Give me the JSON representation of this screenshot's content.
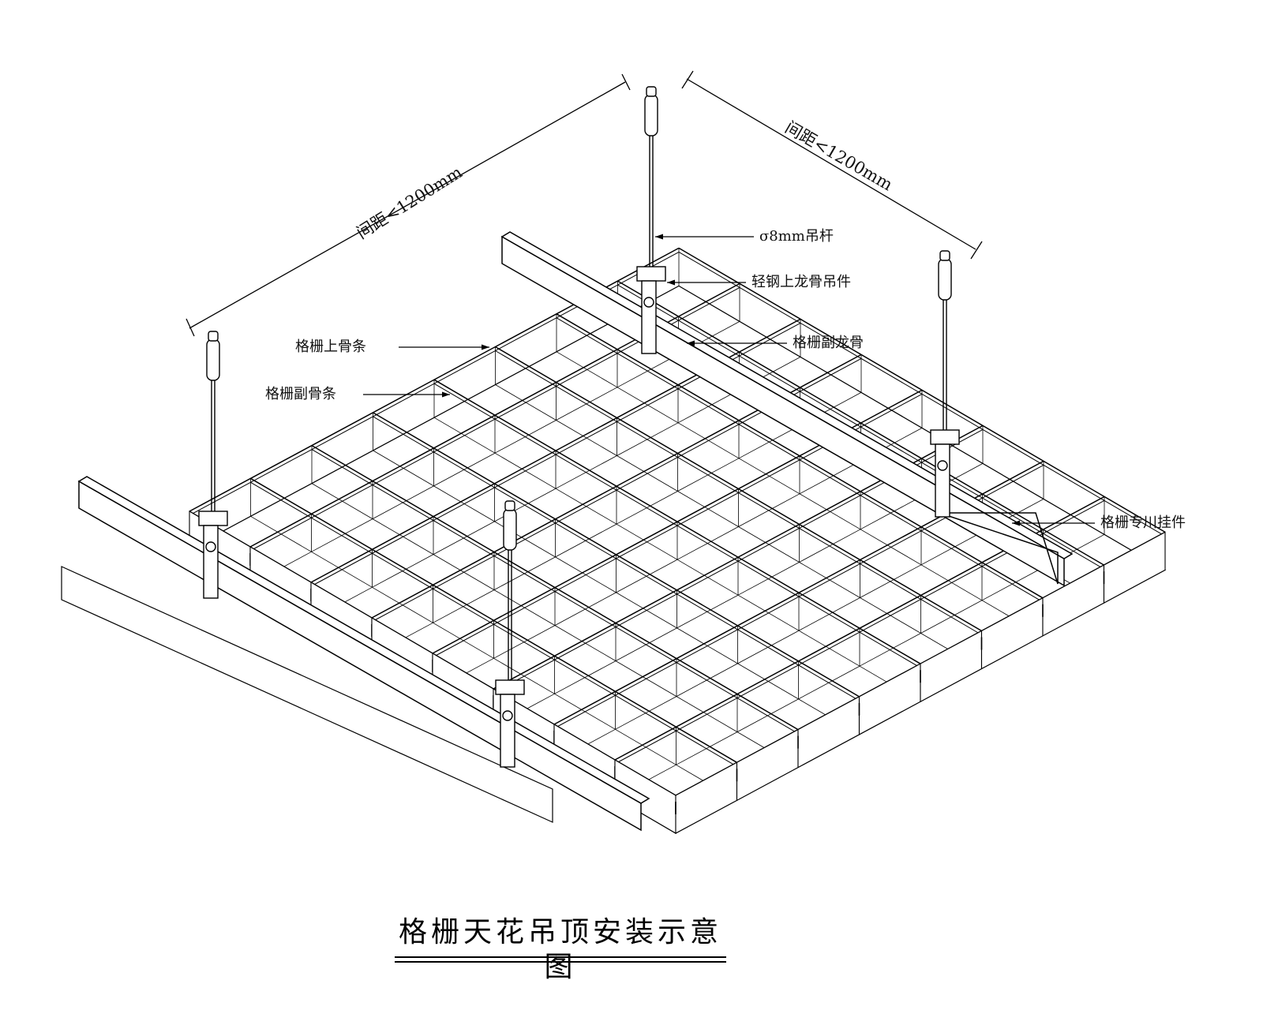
{
  "title": "格栅天花吊顶安装示意图",
  "dimensions": {
    "left": "间距<1200mm",
    "right": "间距<1200mm"
  },
  "labels": {
    "rod": "σ8mm吊杆",
    "hanger": "轻钢上龙骨吊件",
    "sub_keel": "格栅副龙骨",
    "grille_top": "格栅上骨条",
    "grille_sub": "格栅副骨条",
    "clip": "格栅专川挂件"
  },
  "colors": {
    "line": "#000000",
    "background": "#ffffff"
  }
}
